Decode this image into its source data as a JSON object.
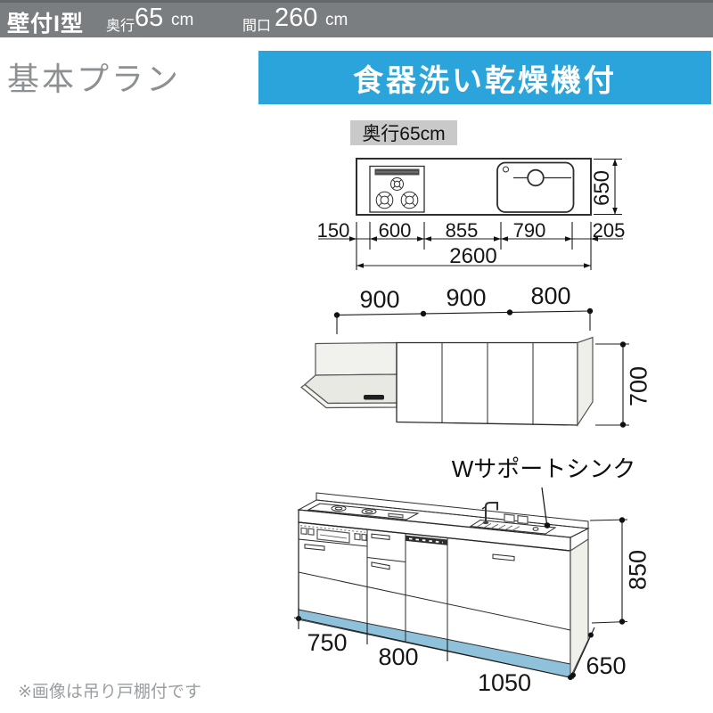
{
  "header": {
    "type": "壁付I型",
    "depth_label": "奥行",
    "depth_value": "65",
    "depth_unit": "cm",
    "width_label": "間口",
    "width_value": "260",
    "width_unit": "cm"
  },
  "plan_title": "基本プラン",
  "banner_label": "食器洗い乾燥機付",
  "top_view": {
    "depth_tag": "奥行65cm",
    "segments": [
      "150",
      "600",
      "855",
      "790",
      "205"
    ],
    "total_width": "2600",
    "depth": "650"
  },
  "wall_view": {
    "segments": [
      "900",
      "900",
      "800"
    ],
    "height": "700"
  },
  "elevation": {
    "sink_label": "Wサポートシンク",
    "height": "850",
    "segments": [
      "750",
      "800",
      "1050"
    ],
    "depth": "650"
  },
  "footnote": "※画像は吊り戸棚付です",
  "colors": {
    "header_bg": "#7b7e81",
    "banner_bg": "#2aa4da",
    "cabinet_blue": "#a9dbf3",
    "cabinet_shadow_blue": "#8fc2da",
    "tag_bg": "#c9c9c9",
    "title_gray": "#8d9093"
  }
}
